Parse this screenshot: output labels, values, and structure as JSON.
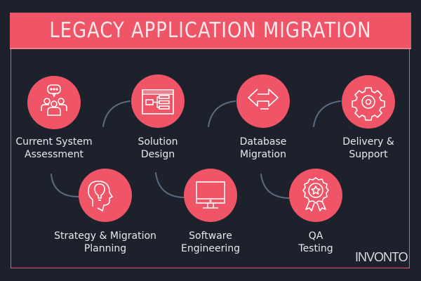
{
  "title": "LEGACY APPLICATION MIGRATION",
  "colors": {
    "background": "#1c212b",
    "accent": "#ef5567",
    "connector": "#5b6b80",
    "text": "#e8e9ec"
  },
  "steps": [
    {
      "order": 1,
      "icon": "team-discussion-icon",
      "line1": "Current System",
      "line2": "Assessment"
    },
    {
      "order": 2,
      "icon": "strategy-head-lightbulb-icon",
      "line1": "Strategy & Migration",
      "line2": "Planning"
    },
    {
      "order": 3,
      "icon": "solution-diagram-window-icon",
      "line1": "Solution",
      "line2": "Design"
    },
    {
      "order": 4,
      "icon": "monitor-icon",
      "line1": "Software",
      "line2": "Engineering"
    },
    {
      "order": 5,
      "icon": "transfer-arrows-icon",
      "line1": "Database",
      "line2": "Migration"
    },
    {
      "order": 6,
      "icon": "award-badge-icon",
      "line1": "QA",
      "line2": "Testing"
    },
    {
      "order": 7,
      "icon": "gear-icon",
      "line1": "Delivery &",
      "line2": "Support"
    }
  ],
  "brand": "INVONTO"
}
